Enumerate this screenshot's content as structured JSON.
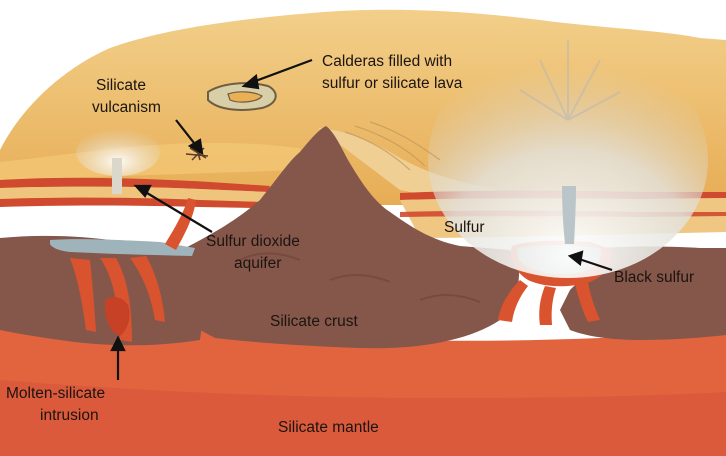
{
  "labels": {
    "calderas_line1": "Calderas filled with",
    "calderas_line2": "sulfur or silicate lava",
    "silicate_vulcanism_line1": "Silicate",
    "silicate_vulcanism_line2": "vulcanism",
    "sulfur": "Sulfur",
    "sulfur_dioxide_line1": "Sulfur dioxide",
    "sulfur_dioxide_line2": "aquifer",
    "black_sulfur": "Black sulfur",
    "silicate_crust": "Silicate crust",
    "molten_silicate_line1": "Molten-silicate",
    "molten_silicate_line2": "intrusion",
    "silicate_mantle": "Silicate mantle"
  },
  "colors": {
    "page_background": "#ffffff",
    "sky_surface": "#eab45f",
    "surface_light": "#f1c979",
    "sulfur_band": "#efc783",
    "red_rim": "#cf4a2e",
    "crust": "#85574a",
    "crust_dark": "#6d4238",
    "mantle": "#e2643f",
    "mantle_deep": "#d8563a",
    "aquifer_blue": "#9fb3bb",
    "plume_white": "#e6e4de",
    "label_text": "#1b1410"
  }
}
